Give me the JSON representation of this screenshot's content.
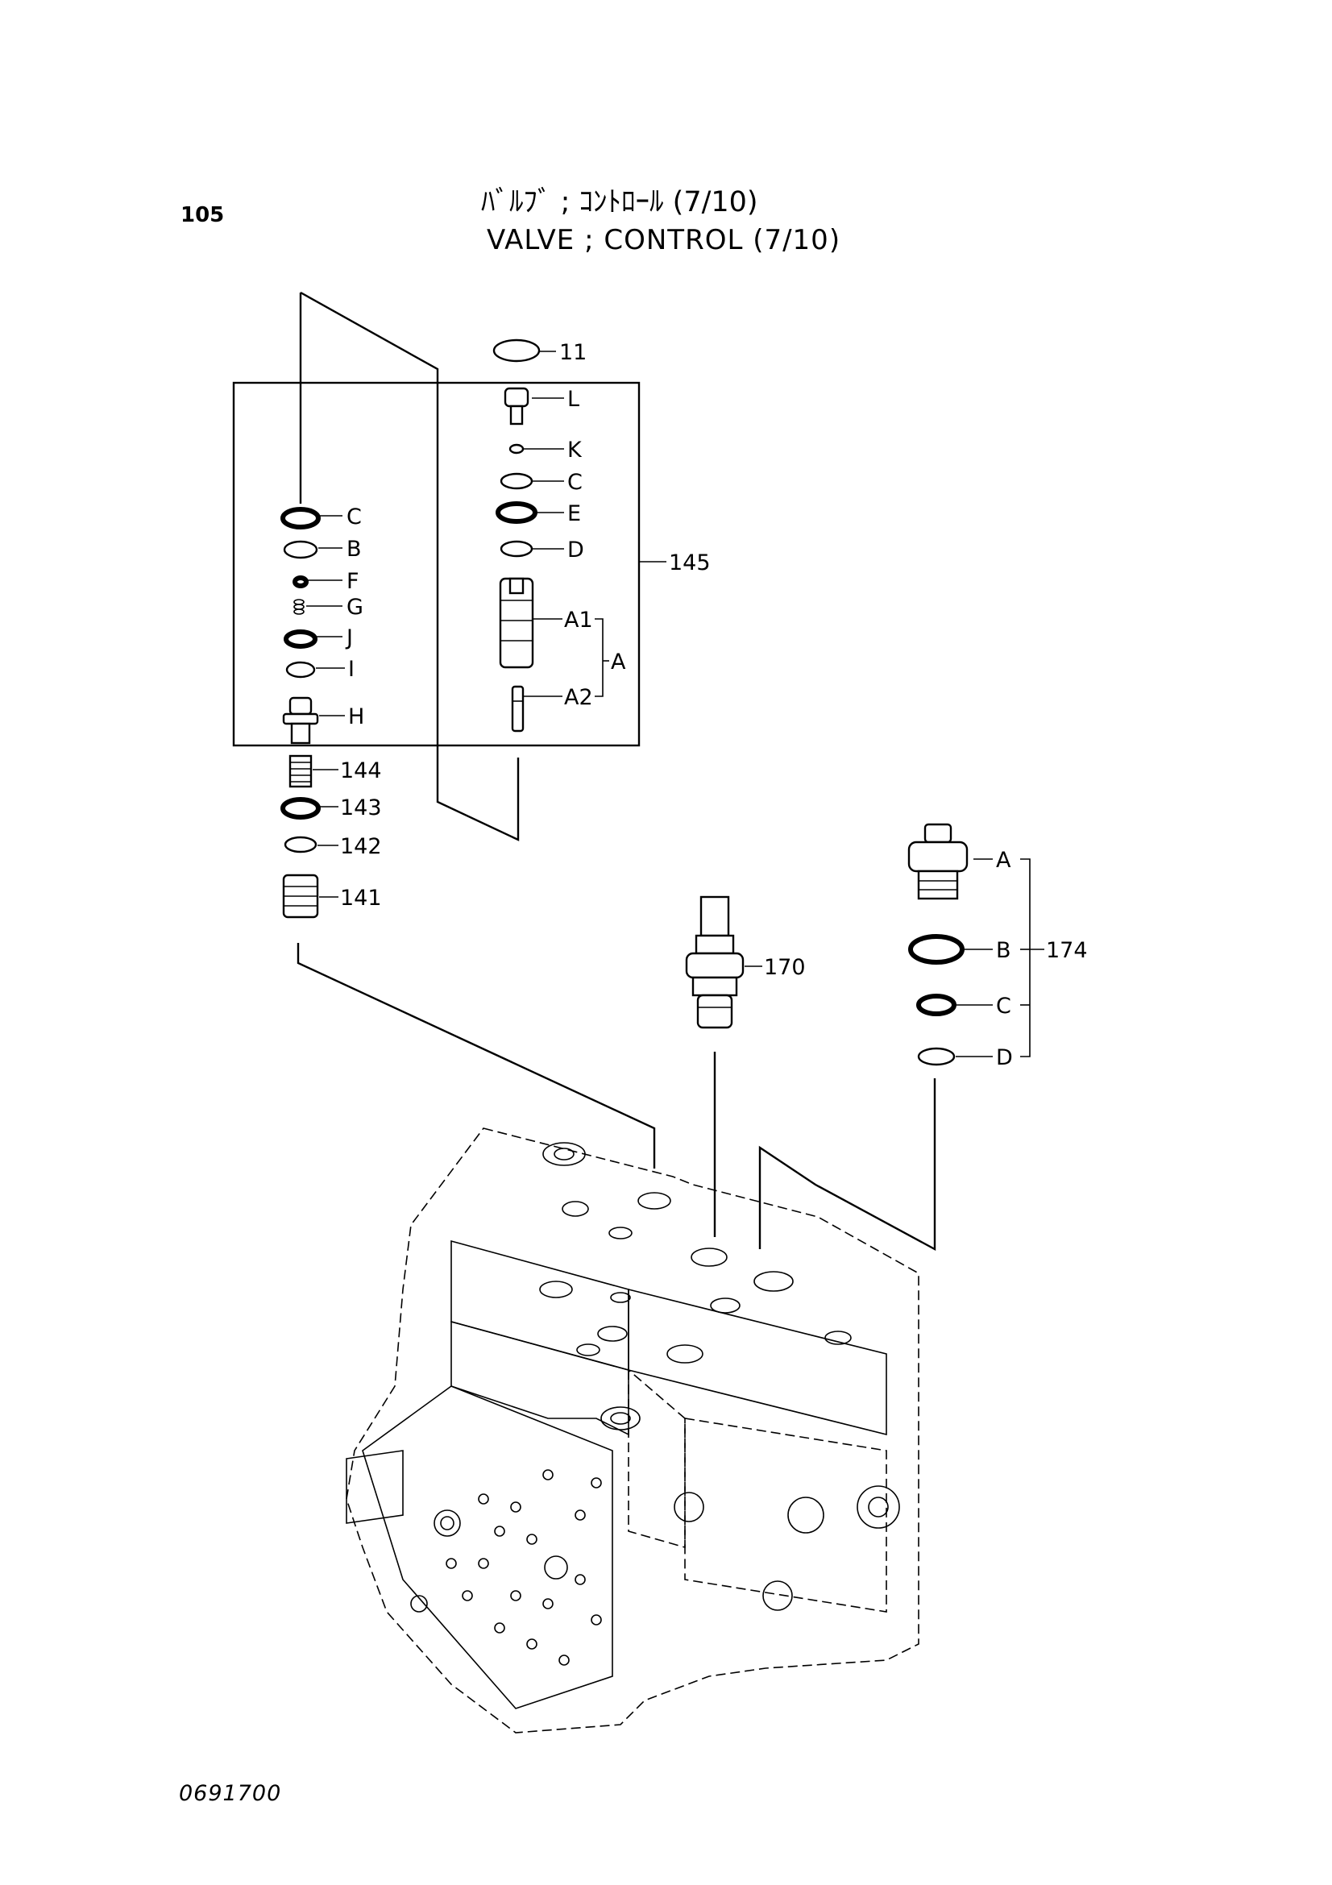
{
  "header": {
    "page_number": "105",
    "title_jp": "ﾊﾞﾙﾌﾞ ; ｺﾝﾄﾛｰﾙ (7/10)",
    "title_en": "VALVE ; CONTROL (7/10)"
  },
  "footer": {
    "drawing_number": "0691700"
  },
  "callouts": {
    "c11": "11",
    "cL": "L",
    "cK": "K",
    "cC_right": "C",
    "cE": "E",
    "cD_right": "D",
    "c145": "145",
    "cA1": "A1",
    "cA": "A",
    "cA2": "A2",
    "cC_left": "C",
    "cB_left": "B",
    "cF": "F",
    "cG": "G",
    "cJ": "J",
    "cI": "I",
    "cH": "H",
    "c144": "144",
    "c143": "143",
    "c142": "142",
    "c141": "141",
    "c170": "170",
    "cA_174": "A",
    "cB_174": "B",
    "cC_174": "C",
    "cD_174": "D",
    "c174": "174"
  }
}
